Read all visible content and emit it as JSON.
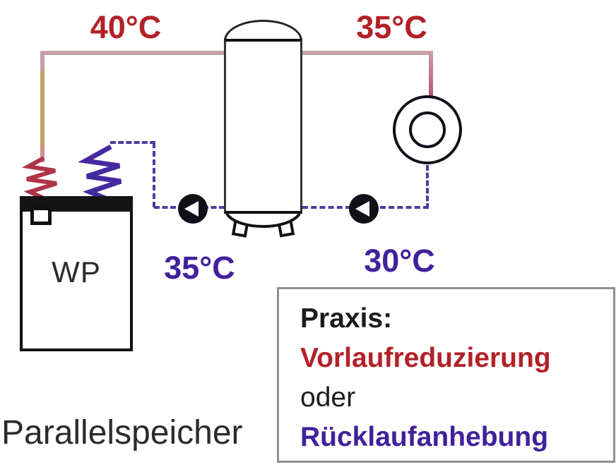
{
  "diagram": {
    "caption": "Parallelspeicher",
    "heat_pump_label": "WP",
    "temperatures": {
      "supply_wp": "40°C",
      "supply_circuit": "35°C",
      "return_wp": "35°C",
      "return_circuit": "30°C"
    },
    "note_box": {
      "heading": "Praxis:",
      "option1": "Vorlaufreduzierung",
      "conjunction": "oder",
      "option2": "Rücklaufanhebung"
    },
    "colors": {
      "supply_red": "#b32028",
      "return_purple": "#41219b",
      "pipe_rose": "#c69fa8",
      "pipe_tan": "#c7a05f",
      "dash_purple": "#4a3da0",
      "note_border_gray": "#909090"
    }
  }
}
